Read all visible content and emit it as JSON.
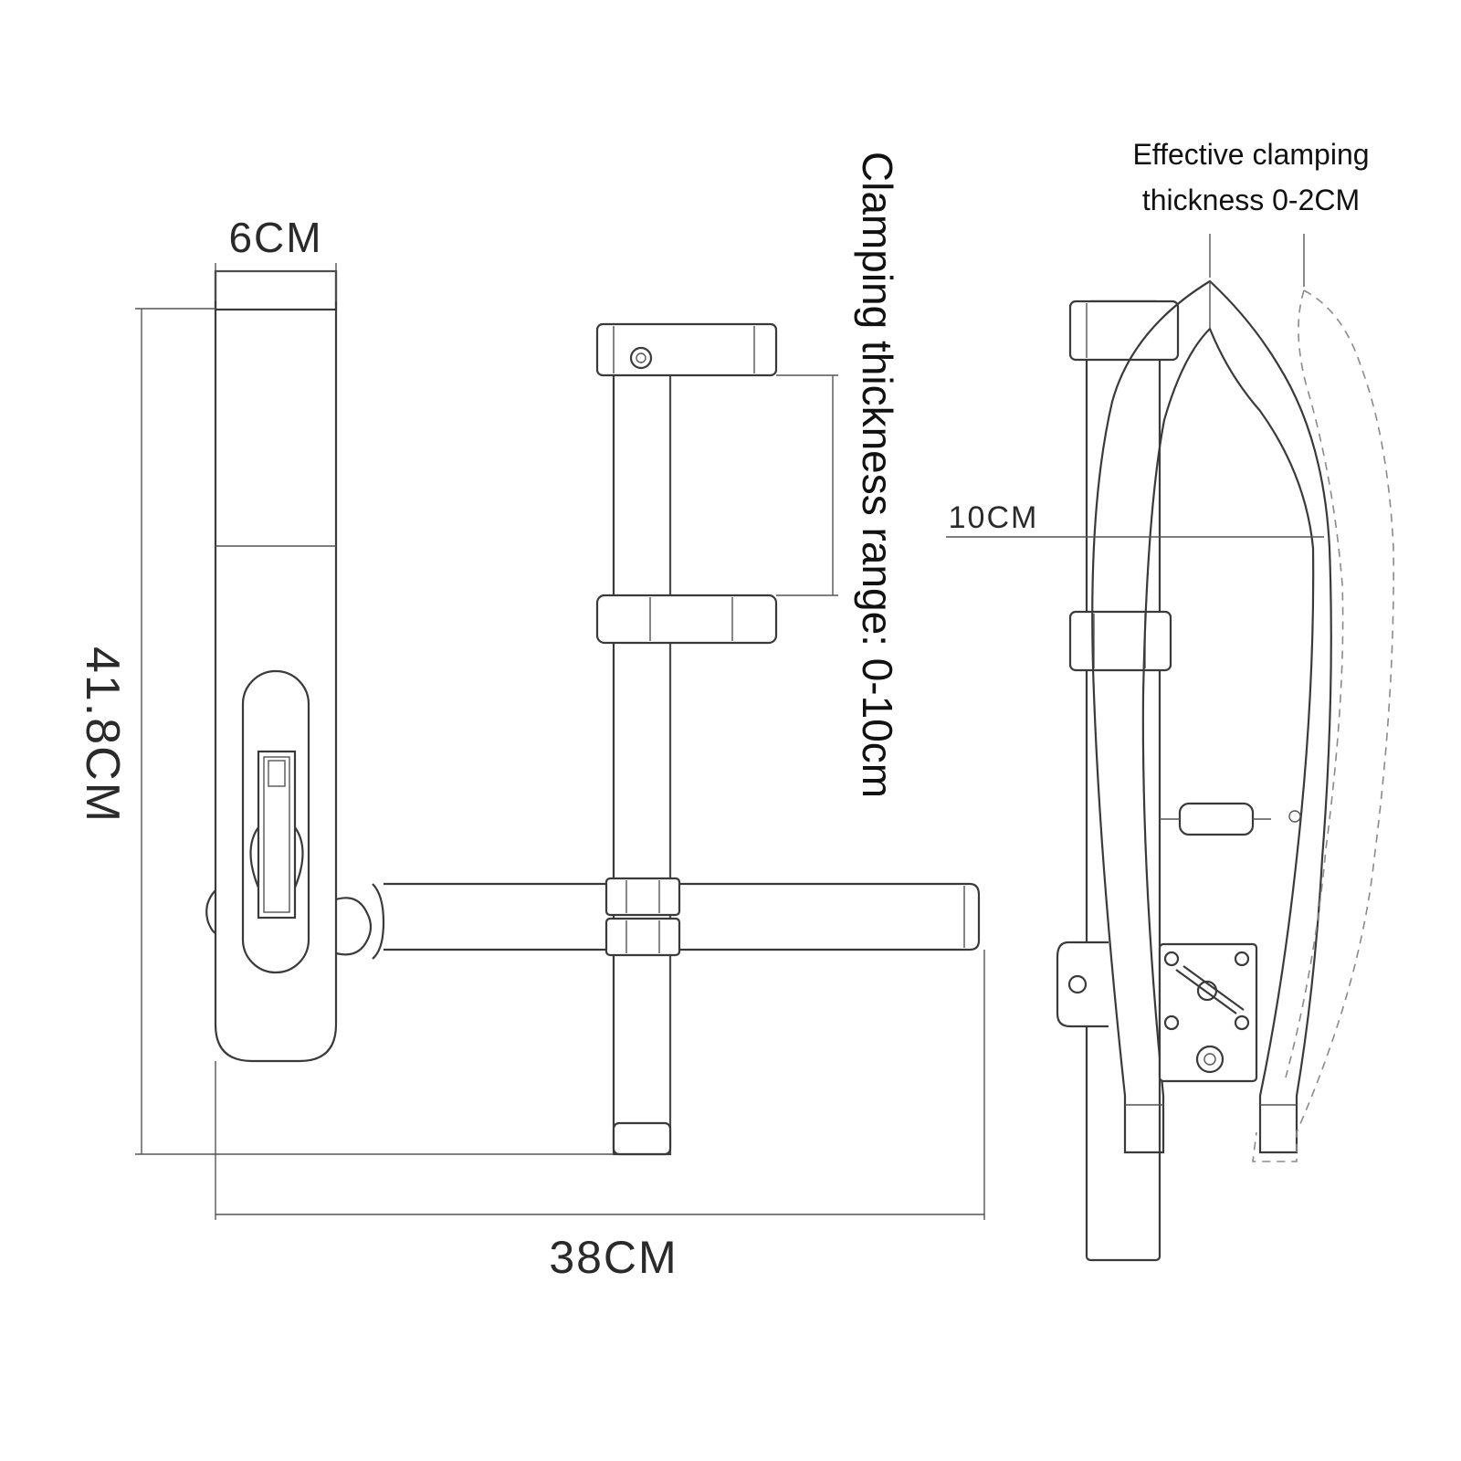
{
  "dimensions": {
    "width_top": "6CM",
    "height_total": "41.8CM",
    "width_total": "38CM",
    "clamp_range": "Clamping thickness range: 0-10cm",
    "side_width": "10CM",
    "effective_line1": "Effective clamping",
    "effective_line2": "thickness 0-2CM"
  },
  "colors": {
    "line": "#3a3a3a",
    "text": "#2a2a2a",
    "dashed": "#8a8a8a",
    "background": "#ffffff"
  },
  "icons": {
    "front_view": "lock-front-view",
    "side_view": "lock-side-view"
  }
}
